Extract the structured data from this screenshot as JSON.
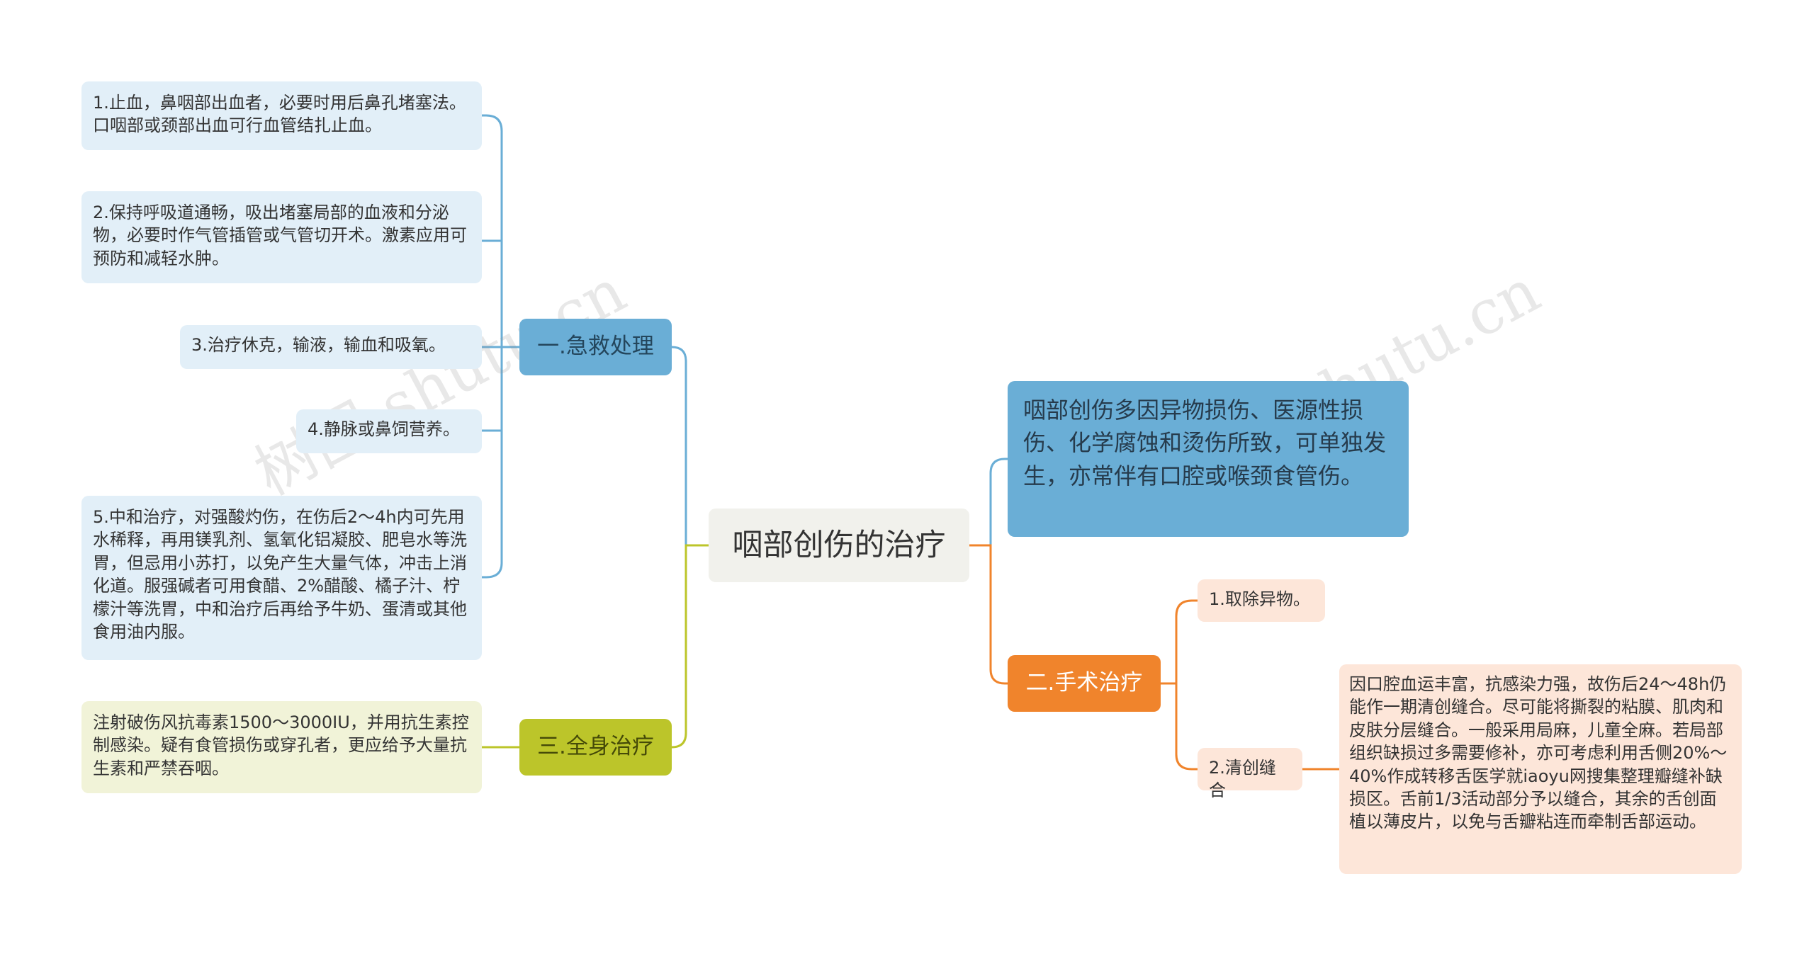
{
  "root": {
    "title": "咽部创伤的治疗"
  },
  "description": "咽部创伤多因异物损伤、医源性损伤、化学腐蚀和烫伤所致，可单独发生，亦常伴有口腔或喉颈食管伤。",
  "branches": {
    "first_aid": {
      "label": "一.急救处理",
      "items": [
        "1.止血，鼻咽部出血者，必要时用后鼻孔堵塞法。口咽部或颈部出血可行血管结扎止血。",
        "2.保持呼吸道通畅，吸出堵塞局部的血液和分泌物，必要时作气管插管或气管切开术。激素应用可预防和减轻水肿。",
        "3.治疗休克，输液，输血和吸氧。",
        "4.静脉或鼻饲营养。",
        "5.中和治疗，对强酸灼伤，在伤后2～4h内可先用水稀释，再用镁乳剂、氢氧化铝凝胶、肥皂水等洗胃，但忌用小苏打，以免产生大量气体，冲击上消化道。服强碱者可用食醋、2%醋酸、橘子汁、柠檬汁等洗胃，中和治疗后再给予牛奶、蛋清或其他食用油内服。"
      ]
    },
    "systemic": {
      "label": "三.全身治疗",
      "items": [
        "注射破伤风抗毒素1500～3000IU，并用抗生素控制感染。疑有食管损伤或穿孔者，更应给予大量抗生素和严禁吞咽。"
      ]
    },
    "surgery": {
      "label": "二.手术治疗",
      "children": [
        {
          "label": "1.取除异物。"
        },
        {
          "label": "2.清创缝合",
          "detail": "因口腔血运丰富，抗感染力强，故伤后24～48h仍能作一期清创缝合。尽可能将撕裂的粘膜、肌肉和皮肤分层缝合。一般采用局麻，儿童全麻。若局部组织缺损过多需要修补，亦可考虑利用舌侧20%～40%作成转移舌医学就iaoyu网搜集整理瓣缝补缺损区。舌前1/3活动部分予以缝合，其余的舌创面植以薄皮片，以免与舌瓣粘连而牵制舌部运动。"
        }
      ]
    }
  },
  "watermarks": [
    "树图 shutu.cn",
    "树图 shutu.cn"
  ],
  "colors": {
    "blue_branch": "#6aaed6",
    "blue_leaf": "#e2eff8",
    "olive_branch": "#bcc52a",
    "olive_leaf": "#f1f3d8",
    "orange_branch": "#f0842c",
    "peach_leaf": "#fde6d9",
    "root_bg": "#f1f1ec"
  }
}
